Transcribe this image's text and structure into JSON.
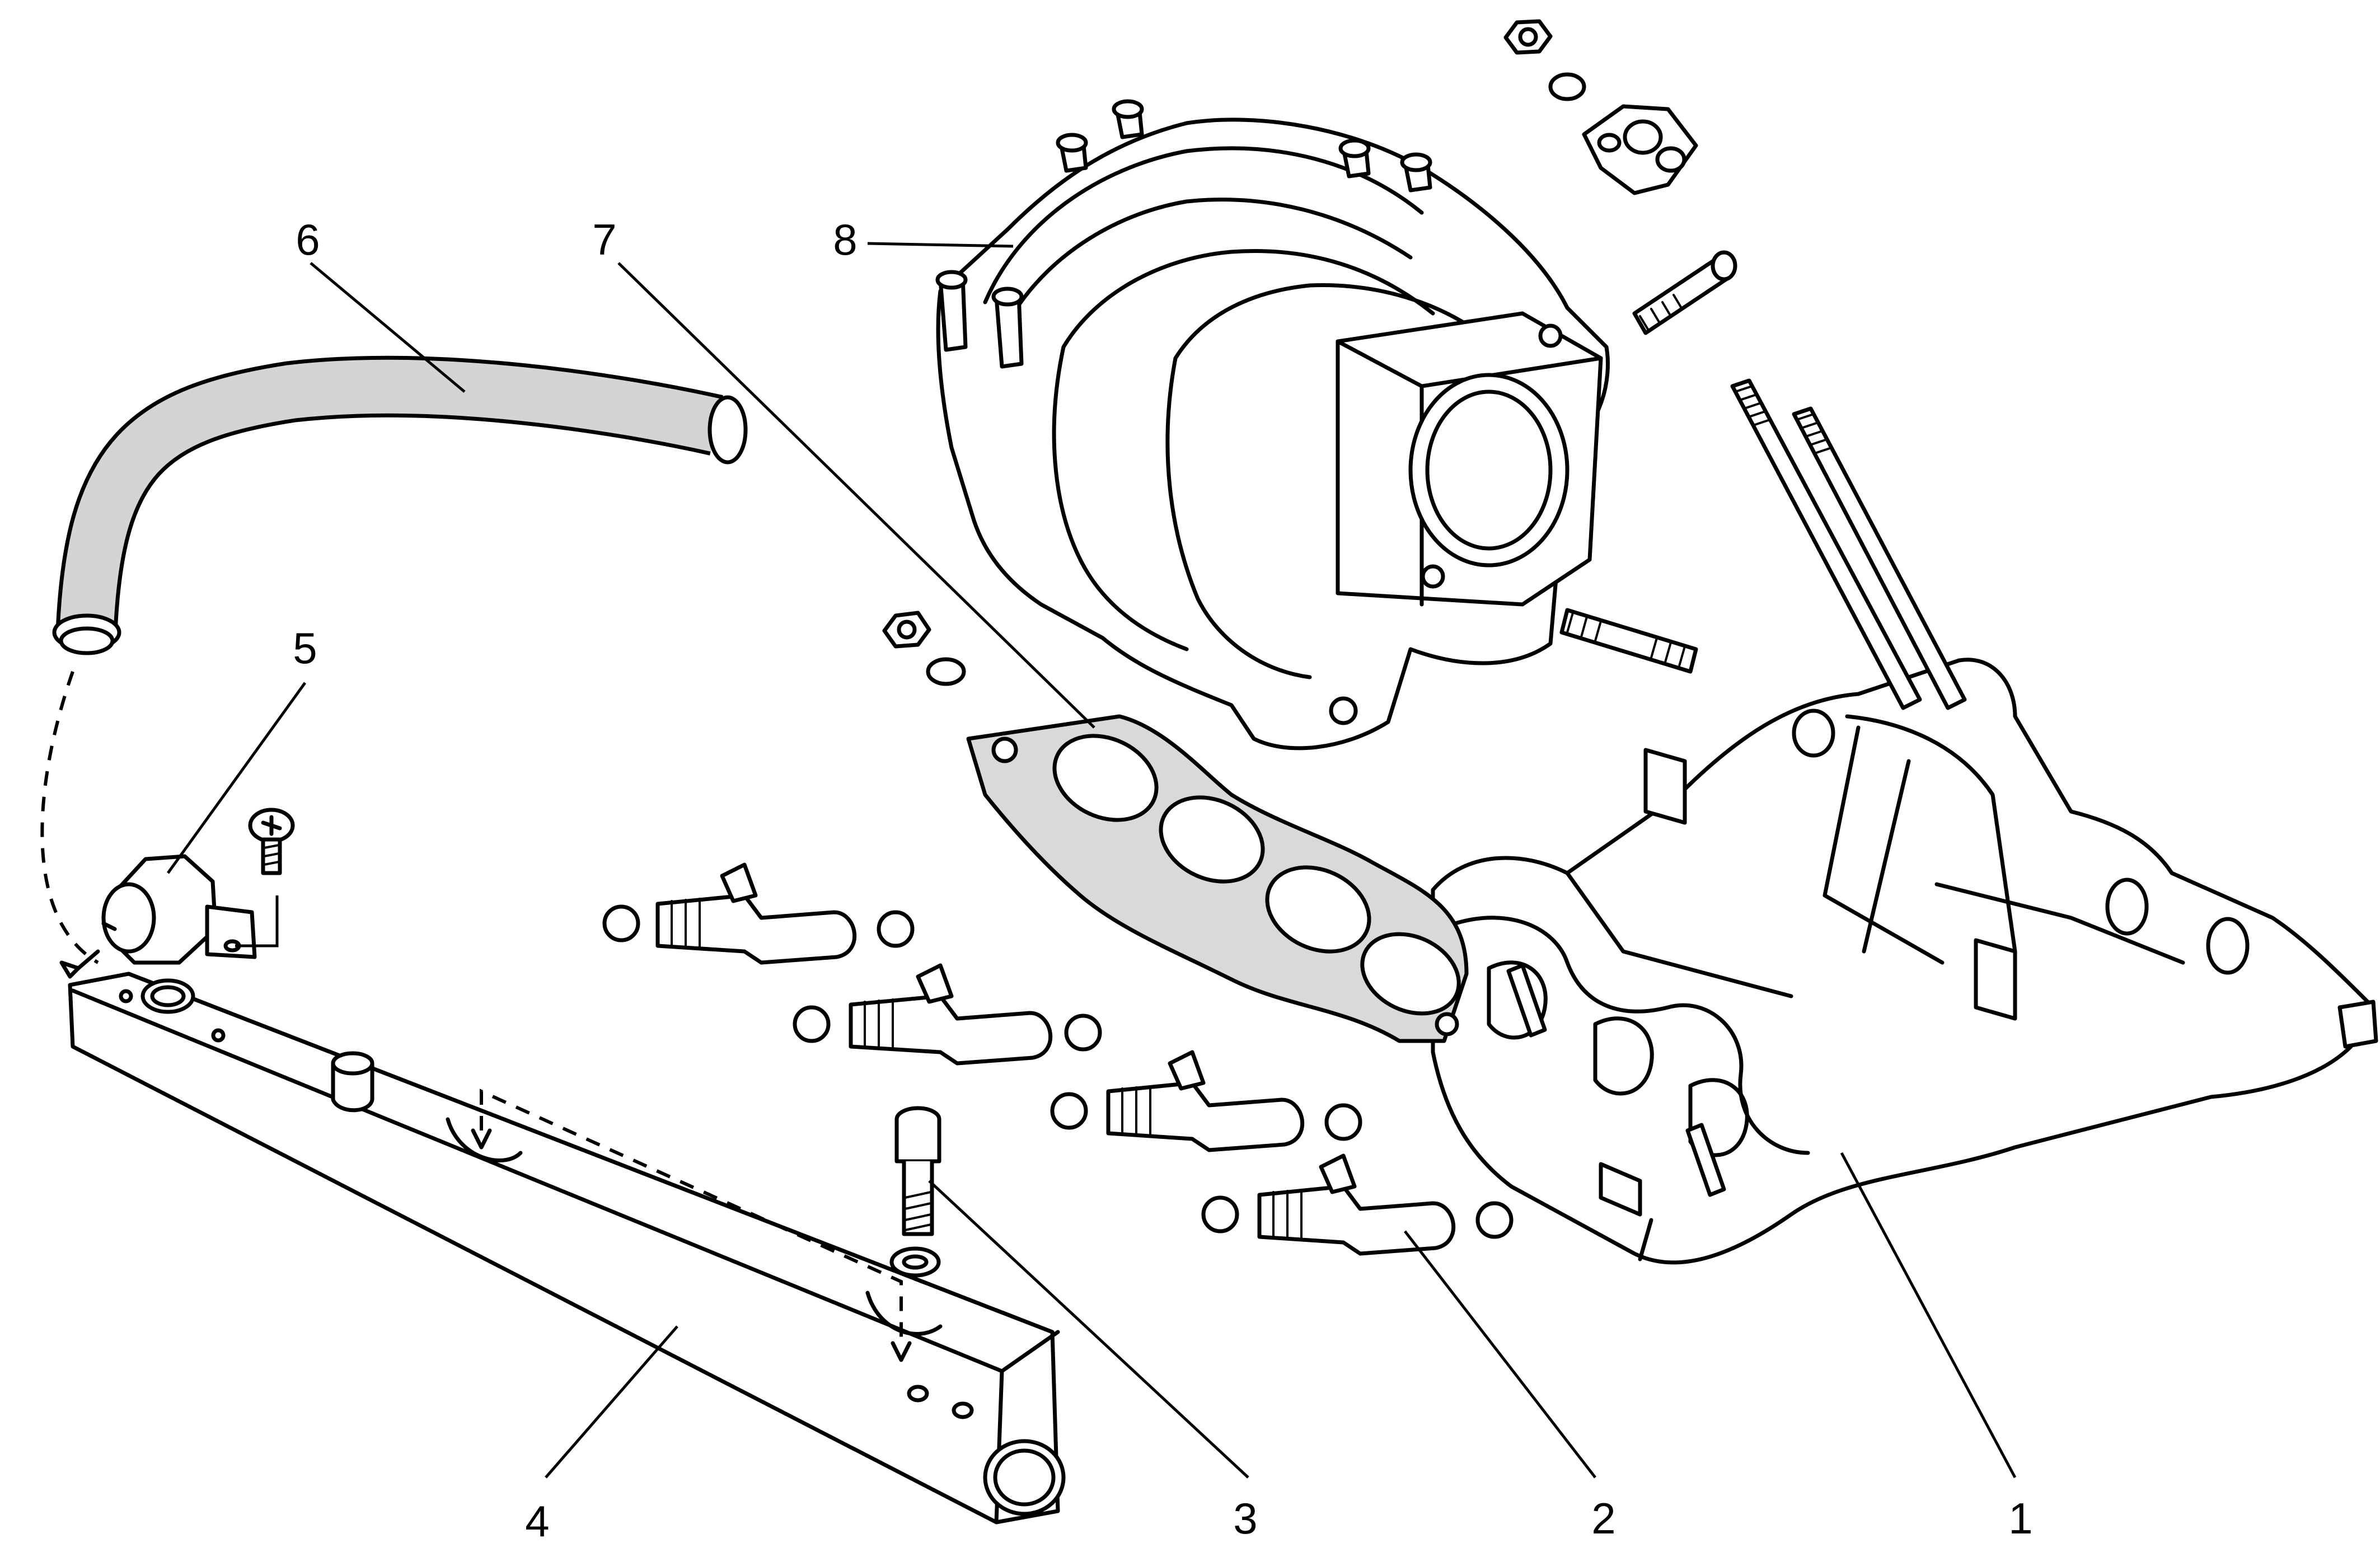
{
  "diagram": {
    "type": "exploded-parts-view",
    "callouts": [
      "1",
      "2",
      "3",
      "4",
      "5",
      "6",
      "7",
      "8"
    ]
  }
}
